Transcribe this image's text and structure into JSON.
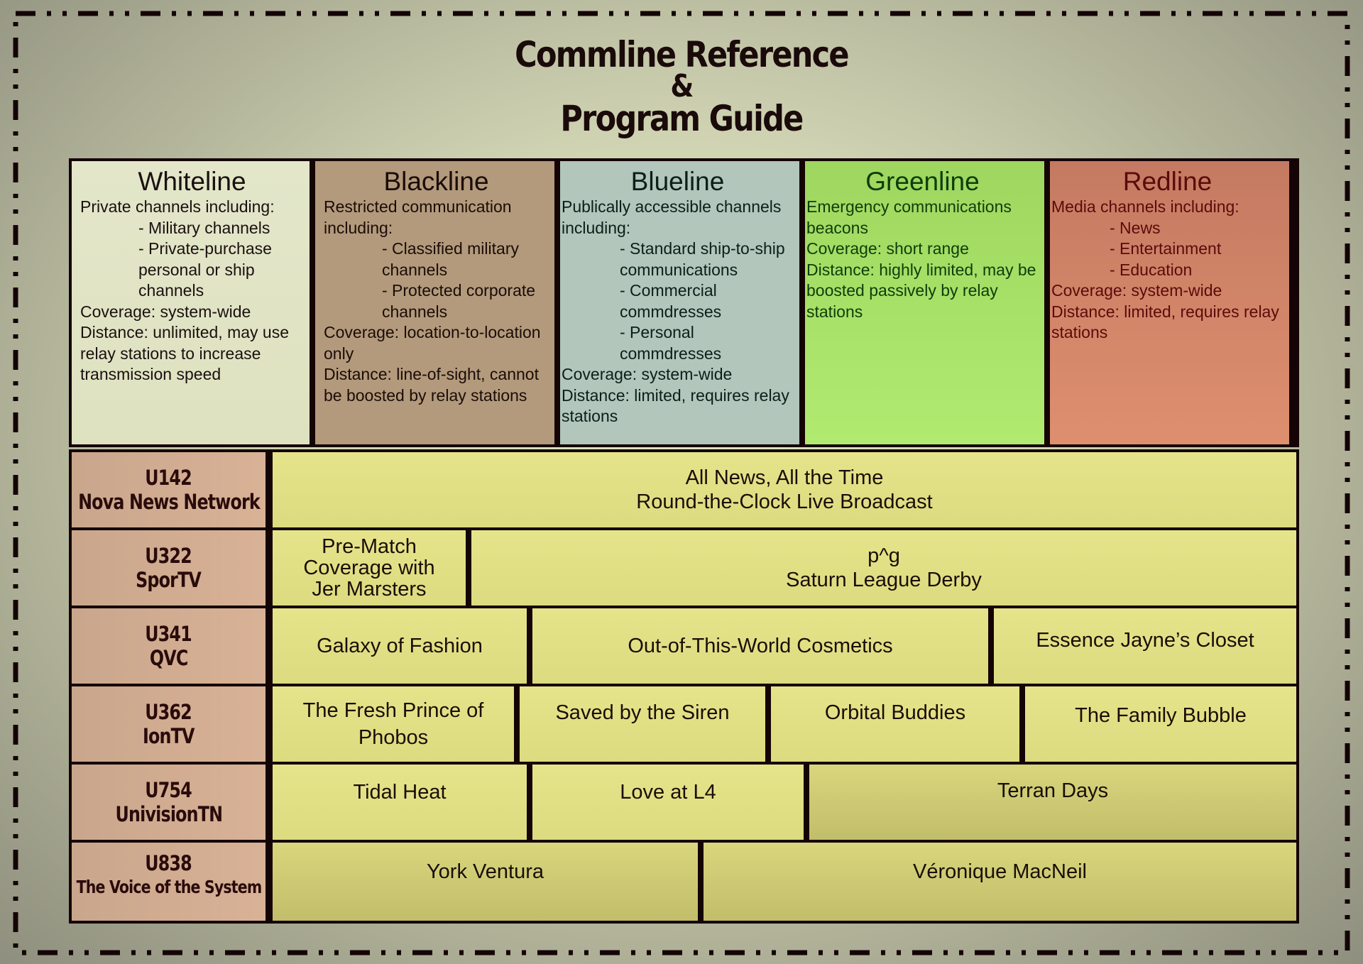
{
  "title": {
    "line1": "Commline Reference",
    "line2": "&",
    "line3": "Program Guide"
  },
  "commlines": [
    {
      "name": "Whiteline",
      "color": "#e3e6c9",
      "intro": "Private channels including:",
      "items": [
        "- Military channels",
        "- Private-purchase personal or ship channels"
      ],
      "coverage": "Coverage: system-wide",
      "distance": "Distance: unlimited, may use relay stations to increase transmission speed"
    },
    {
      "name": "Blackline",
      "color": "#b39a7c",
      "intro": "Restricted communication including:",
      "items": [
        "- Classified military channels",
        "- Protected corporate channels"
      ],
      "coverage": "Coverage: location-to-location only",
      "distance": "Distance: line-of-sight, cannot be boosted by relay stations"
    },
    {
      "name": "Blueline",
      "color": "#b2c6bb",
      "intro": "Publically accessible channels including:",
      "items": [
        "- Standard ship-to-ship communications",
        "- Commercial commdresses",
        "- Personal commdresses"
      ],
      "coverage": "Coverage: system-wide",
      "distance": "Distance: limited, requires relay stations"
    },
    {
      "name": "Greenline",
      "color": "#b0eb70",
      "intro": "Emergency communications beacons",
      "items": [],
      "coverage": "Coverage: short range",
      "distance": "Distance: highly limited, may be boosted passively by relay stations"
    },
    {
      "name": "Redline",
      "color": "#de8f6e",
      "intro": "Media channels including:",
      "items": [
        "- News",
        "- Entertainment",
        "- Education"
      ],
      "coverage": "Coverage: system-wide",
      "distance": "Distance: limited, requires relay stations"
    }
  ],
  "program_guide": [
    {
      "channel": "U142",
      "network": "Nova News Network",
      "programs": [
        {
          "title": "All News, All the Time",
          "subtitle": "Round-the-Clock Live Broadcast"
        }
      ]
    },
    {
      "channel": "U322",
      "network": "SporTV",
      "programs": [
        {
          "title": "Pre-Match Coverage with Jer Marsters"
        },
        {
          "title": "p^g",
          "subtitle": "Saturn League Derby"
        }
      ]
    },
    {
      "channel": "U341",
      "network": "QVC",
      "programs": [
        {
          "title": "Galaxy of Fashion"
        },
        {
          "title": "Out-of-This-World Cosmetics"
        },
        {
          "title": "Essence Jayne’s Closet"
        }
      ]
    },
    {
      "channel": "U362",
      "network": "IonTV",
      "programs": [
        {
          "title": "The Fresh Prince of Phobos"
        },
        {
          "title": "Saved by the Siren"
        },
        {
          "title": "Orbital Buddies"
        },
        {
          "title": "The Family Bubble"
        }
      ]
    },
    {
      "channel": "U754",
      "network": "UnivisionTN",
      "programs": [
        {
          "title": "Tidal Heat"
        },
        {
          "title": "Love at L4"
        },
        {
          "title": "Terran Days"
        }
      ]
    },
    {
      "channel": "U838",
      "network": "The Voice of the System",
      "programs": [
        {
          "title": "York Ventura"
        },
        {
          "title": "Véronique MacNeil"
        }
      ]
    }
  ],
  "colors": {
    "program_cell": "#e6e48a",
    "channel_label": "#d9b296",
    "grid_lines": "#140406",
    "background": "#cfd3b2"
  }
}
